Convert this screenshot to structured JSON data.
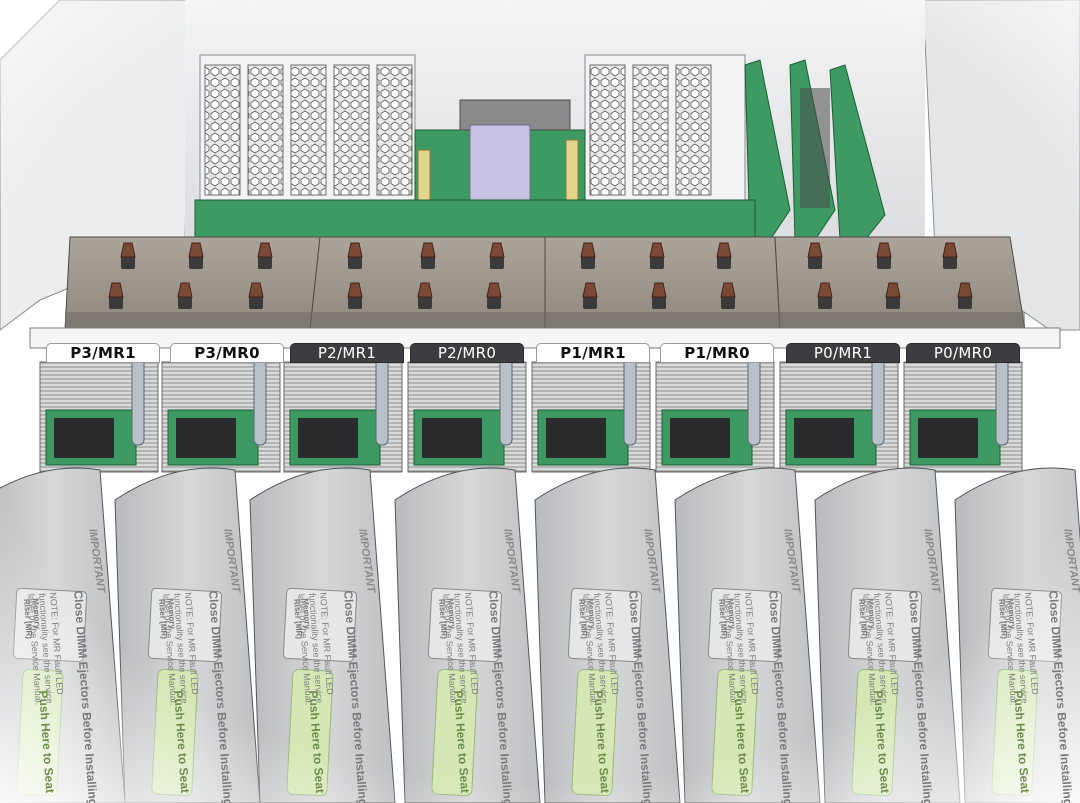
{
  "slot_labels": [
    {
      "text": "P3/MR1",
      "style": "light"
    },
    {
      "text": "P3/MR0",
      "style": "light"
    },
    {
      "text": "P2/MR1",
      "style": "dark"
    },
    {
      "text": "P2/MR0",
      "style": "dark"
    },
    {
      "text": "P1/MR1",
      "style": "light"
    },
    {
      "text": "P1/MR0",
      "style": "light"
    },
    {
      "text": "P0/MR1",
      "style": "dark"
    },
    {
      "text": "P0/MR0",
      "style": "dark"
    }
  ],
  "riser_card": {
    "important": "IMPORTANT",
    "close": "Close DIMM Ejectors Before Installing",
    "note": "NOTE: For MR Fault LED functionality see the service label or the Service Manual.",
    "mr_label": "Memory Riser (MR)",
    "push": "Push Here to Seat"
  },
  "colors": {
    "pcb_green": "#3c9a62",
    "heatsink": "#9b948a",
    "screw": "#7a4a36",
    "riser_gray": "#c9cacc",
    "push_pad": "#d4e7b4"
  }
}
